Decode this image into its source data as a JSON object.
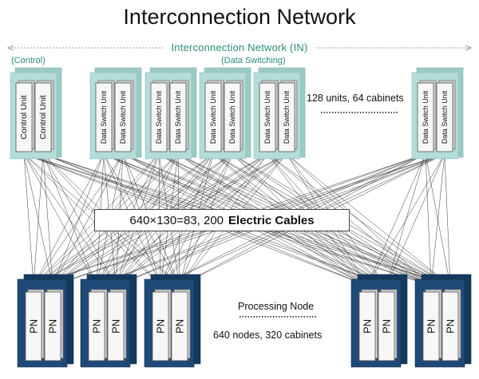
{
  "title": "Interconnection Network",
  "in_label": "Interconnection Network (IN)",
  "control_group_label": "(Control)",
  "switching_group_label": "(Data Switching)",
  "control_unit_label": "Control Unit",
  "data_switch_unit_label": "Data Switch Unit",
  "units_note": "128 units, 64 cabinets",
  "cables": {
    "formula": "640×130=83, 200",
    "text": "Electric Cables"
  },
  "pn_label": "PN",
  "processing_node_label": "Processing Node",
  "nodes_note": "640 nodes, 320 cabinets",
  "colors": {
    "in_cabinet": "#b4dcd8",
    "pn_cabinet": "#1f4a78",
    "label_teal": "#2a8c7c",
    "cable": "#222222"
  }
}
